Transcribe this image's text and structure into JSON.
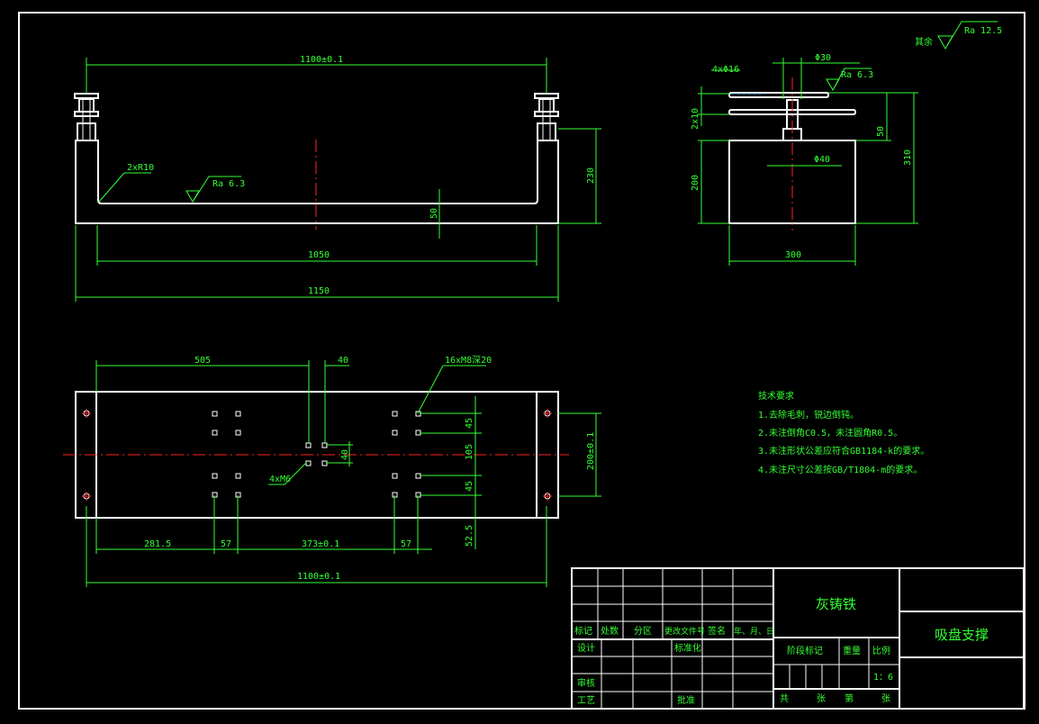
{
  "top_view": {
    "dim_length": "1100±0.1",
    "dim_fillet": "2xR10",
    "dim_roughness": "Ra 6.3",
    "dim_height": "230",
    "dim_thickness": "50",
    "dim_inner": "1050",
    "dim_overall": "1150"
  },
  "side_view": {
    "dim_holes": "4xΦ16",
    "dim_dia30": "Φ30",
    "dim_roughness": "Ra 6.3",
    "dim_2x10": "2x10",
    "dim_50": "50",
    "dim_310": "310",
    "dim_200": "200",
    "dim_dia40": "Φ40",
    "dim_300": "300"
  },
  "plan_view": {
    "dim_505": "505",
    "dim_40": "40",
    "dim_threads": "16xM8深20",
    "dim_45a": "45",
    "dim_105": "105",
    "dim_45b": "45",
    "dim_40v": "40",
    "dim_m6": "4xM6",
    "dim_200": "200±0.1",
    "dim_281": "281.5",
    "dim_57a": "57",
    "dim_373": "373±0.1",
    "dim_57b": "57",
    "dim_525": "52.5",
    "dim_1100": "1100±0.1"
  },
  "surface_note": {
    "label": "其余",
    "value": "Ra 12.5"
  },
  "requirements": {
    "title": "技术要求",
    "items": [
      "1.去除毛刺，锐边倒钝。",
      "2.未注倒角C0.5，未注圆角R0.5。",
      "3.未注形状公差应符合GB1184-k的要求。",
      "4.未注尺寸公差按GB/T1804-m的要求。"
    ]
  },
  "title_block": {
    "material": "灰铸铁",
    "part_name": "吸盘支撑",
    "rev_headers": [
      "标记",
      "处数",
      "分区",
      "更改文件号",
      "签名",
      "年、月、日"
    ],
    "design": "设计",
    "standard": "标准化",
    "stage_mark": "阶段标记",
    "weight": "重量",
    "scale": "比例",
    "scale_value": "1：6",
    "review": "审核",
    "process": "工艺",
    "approve": "批准",
    "sheet_total": "共",
    "sheet_unit": "张",
    "sheet_num": "第",
    "sheet_unit2": "张"
  },
  "colors": {
    "outline": "#ffffff",
    "dimension": "#33ff33",
    "centerline": "#ff2222"
  }
}
